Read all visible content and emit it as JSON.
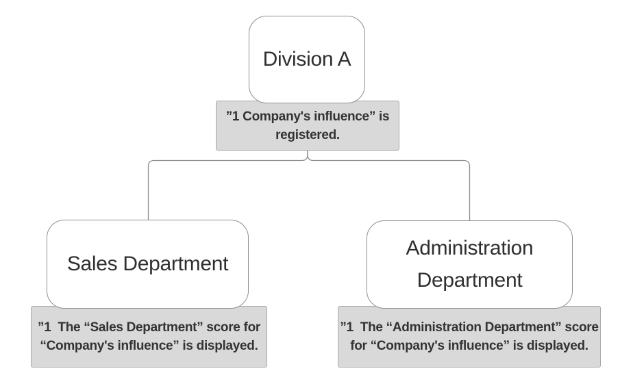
{
  "palette": {
    "canvas_bg": "#ffffff",
    "node_fill": "#ffffff",
    "node_border": "#8f8f8f",
    "node_text": "#2f2f2f",
    "connector": "#8f8f8f",
    "annotation_fill": "#d9d9d9",
    "annotation_border": "#a8a8a8",
    "annotation_text": "#333333"
  },
  "nodes": [
    {
      "id": "division-a",
      "label": "Division A"
    },
    {
      "id": "sales-department",
      "label": "Sales Department"
    },
    {
      "id": "administration-department",
      "label": "Administration Department"
    }
  ],
  "annotations": [
    {
      "node": "division-a",
      "line1": "”1 Company's influence” is",
      "line2": "registered."
    },
    {
      "node": "sales-department",
      "line1": "”1  The “Sales Department” score for",
      "line2": "“Company's influence” is displayed."
    },
    {
      "node": "administration-department",
      "line1": "”1  The “Administration Department” score",
      "line2": "for “Company's influence” is displayed."
    }
  ]
}
